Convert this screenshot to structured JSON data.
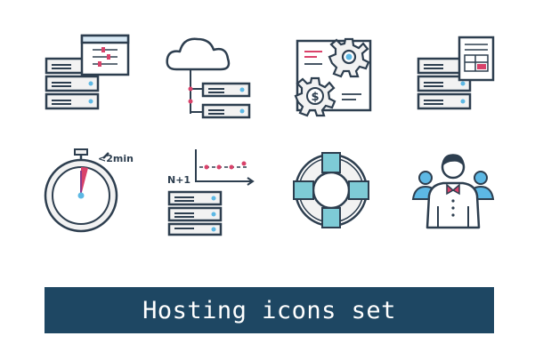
{
  "colors": {
    "stroke": "#2d3e4f",
    "server_fill": "#f2f2f2",
    "cloud_fill": "#ffffff",
    "window_header": "#d8e9f5",
    "accent_blue": "#5db8e4",
    "accent_teal": "#7ecbd6",
    "accent_pink": "#d9426a",
    "accent_purple": "#8a3a8a",
    "banner_bg": "#1e4763",
    "banner_text": "#ffffff"
  },
  "icons": [
    {
      "name": "server-with-window-icon"
    },
    {
      "name": "cloud-server-icon"
    },
    {
      "name": "gear-dollar-document-icon"
    },
    {
      "name": "server-with-document-icon"
    },
    {
      "name": "stopwatch-icon",
      "label": "<2min"
    },
    {
      "name": "scalability-server-icon",
      "label": "N+1"
    },
    {
      "name": "lifebuoy-support-icon"
    },
    {
      "name": "support-team-icon"
    }
  ],
  "banner": {
    "title": "Hosting icons set"
  }
}
